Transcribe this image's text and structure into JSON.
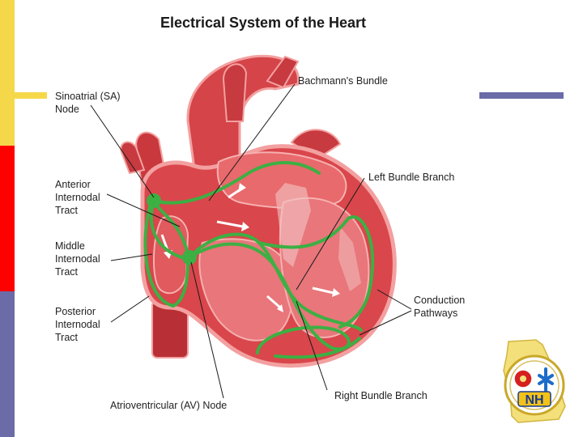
{
  "title": "Electrical System of the Heart",
  "labels": {
    "sa_node": "Sinoatrial (SA)\nNode",
    "bachmann": "Bachmann's Bundle",
    "anterior": "Anterior\nInternodal\nTract",
    "middle": "Middle\nInternodal\nTract",
    "posterior": "Posterior\nInternodal\nTract",
    "left_bundle": "Left Bundle Branch",
    "conduction": "Conduction\nPathways",
    "av_node": "Atrioventricular (AV) Node",
    "right_bundle": "Right Bundle Branch"
  },
  "logo": {
    "text": "NH"
  },
  "colors": {
    "stripe_yellow": "#f5d84a",
    "stripe_red": "#ff0000",
    "stripe_blue": "#6b6ba8",
    "heart_fill": "#d9464b",
    "heart_light": "#f08a8a",
    "pathway": "#3cb043"
  }
}
